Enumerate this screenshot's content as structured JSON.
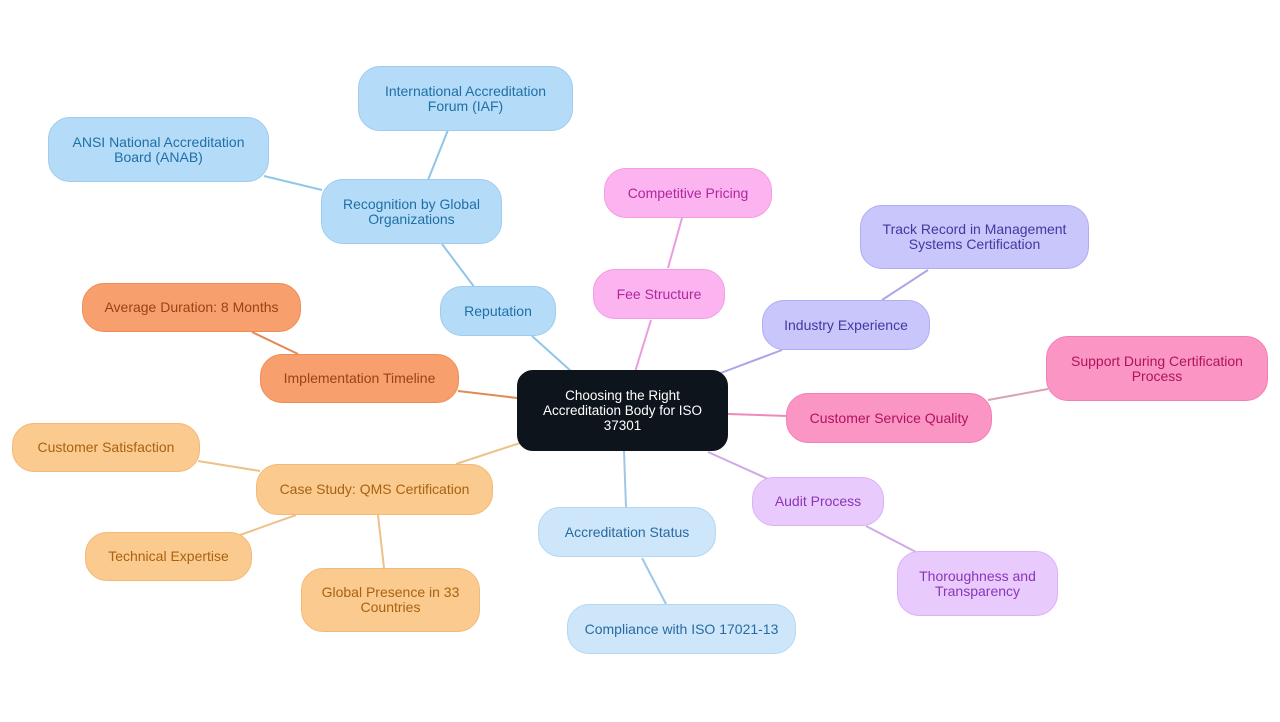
{
  "central": {
    "lines": [
      "Choosing the Right",
      "Accreditation Body for ISO",
      "37301"
    ]
  },
  "branches": {
    "reputation": {
      "label": "Reputation",
      "recognition": {
        "lines": [
          "Recognition by Global",
          "Organizations"
        ],
        "iaf": [
          "International Accreditation",
          "Forum (IAF)"
        ],
        "anab": [
          "ANSI National Accreditation",
          "Board (ANAB)"
        ]
      }
    },
    "fee_structure": {
      "label": "Fee Structure",
      "competitive_pricing": "Competitive Pricing"
    },
    "industry_experience": {
      "label": "Industry Experience",
      "track_record": [
        "Track Record in Management",
        "Systems Certification"
      ]
    },
    "customer_service": {
      "label": "Customer Service Quality",
      "support": [
        "Support During Certification",
        "Process"
      ]
    },
    "audit_process": {
      "label": "Audit Process",
      "thoroughness": [
        "Thoroughness and",
        "Transparency"
      ]
    },
    "accreditation_status": {
      "label": "Accreditation Status",
      "compliance": "Compliance with ISO 17021-13"
    },
    "case_study": {
      "label": "Case Study: QMS Certification",
      "customer_satisfaction": "Customer Satisfaction",
      "technical_expertise": "Technical Expertise",
      "global_presence": [
        "Global Presence in 33",
        "Countries"
      ]
    },
    "implementation_timeline": {
      "label": "Implementation Timeline",
      "average_duration": "Average Duration: 8 Months"
    }
  },
  "colors": {
    "central": "#0e141b",
    "reputation": "#b4dcf8",
    "fee_structure": "#fbb4f0",
    "industry_experience": "#c8c6fb",
    "customer_service": "#fb96c4",
    "audit_process": "#e9cafd",
    "accreditation_status": "#cde6fa",
    "case_study": "#fbca8f",
    "implementation_timeline": "#f8a06d"
  }
}
